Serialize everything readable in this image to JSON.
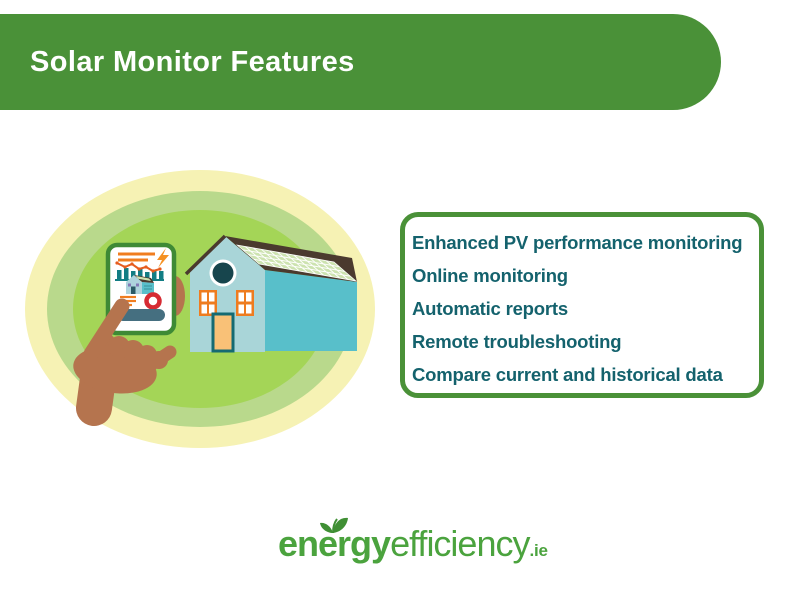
{
  "header": {
    "title": "Solar Monitor Features"
  },
  "features": {
    "items": [
      "Enhanced PV performance monitoring",
      "Online monitoring",
      "Automatic reports",
      "Remote troubleshooting",
      "Compare current and historical data"
    ]
  },
  "logo": {
    "brand_bold": "energy",
    "brand_light": "efficiency",
    "domain": ".ie"
  },
  "colors": {
    "banner_green": "#4a9138",
    "box_border_green": "#4a9138",
    "feature_text_teal": "#14626d",
    "logo_green": "#4ba33e",
    "ellipse_outer_yellow": "#f6f2b4",
    "ellipse_mid_green": "#b9d98c",
    "ellipse_inner_green": "#a4d557",
    "house_front_blue": "#a9d5d8",
    "house_side_teal": "#58bfca",
    "roof_brown": "#4a3a2e",
    "solar_cell_green": "#cde3b0",
    "window_orange": "#ee7c20",
    "door_fill": "#f9c177",
    "skin_tone": "#b5744e",
    "phone_frame_green": "#3e8a35",
    "chart_teal": "#127d84",
    "alert_red": "#d62b33"
  }
}
